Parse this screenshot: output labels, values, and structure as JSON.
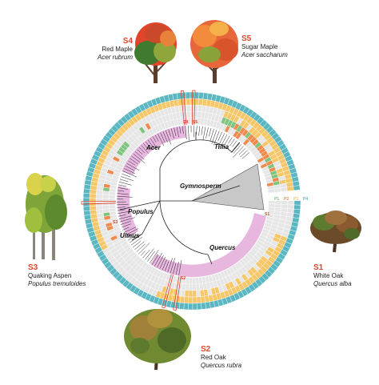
{
  "specimens": [
    {
      "id": "S1",
      "common_name": "White Oak",
      "species": "Quercus alba"
    },
    {
      "id": "S2",
      "common_name": "Red Oak",
      "species": "Quercus rubra"
    },
    {
      "id": "S3",
      "common_name": "Quaking Aspen",
      "species": "Populus tremuloides"
    },
    {
      "id": "S4",
      "common_name": "Red Maple",
      "species": "Acer rubrum"
    },
    {
      "id": "S5",
      "common_name": "Sugar Maple",
      "species": "Acer saccharum"
    }
  ],
  "clades": [
    "Acer",
    "Tillia",
    "Gymnosperm",
    "Populus",
    "Ulmus",
    "Quercus"
  ],
  "rings": [
    {
      "label": "P1",
      "color": "#7fc47f"
    },
    {
      "label": "P2",
      "color": "#ef8a4f"
    },
    {
      "label": "P3",
      "color": "#f6c768"
    },
    {
      "label": "P4",
      "color": "#5ab7c2"
    }
  ],
  "colors": {
    "highlight": "#e0452b",
    "clade_shade": "#e7b7e0",
    "gymnosperm_shade": "#c8c8c8",
    "empty_cell": "#e6e6e6"
  }
}
